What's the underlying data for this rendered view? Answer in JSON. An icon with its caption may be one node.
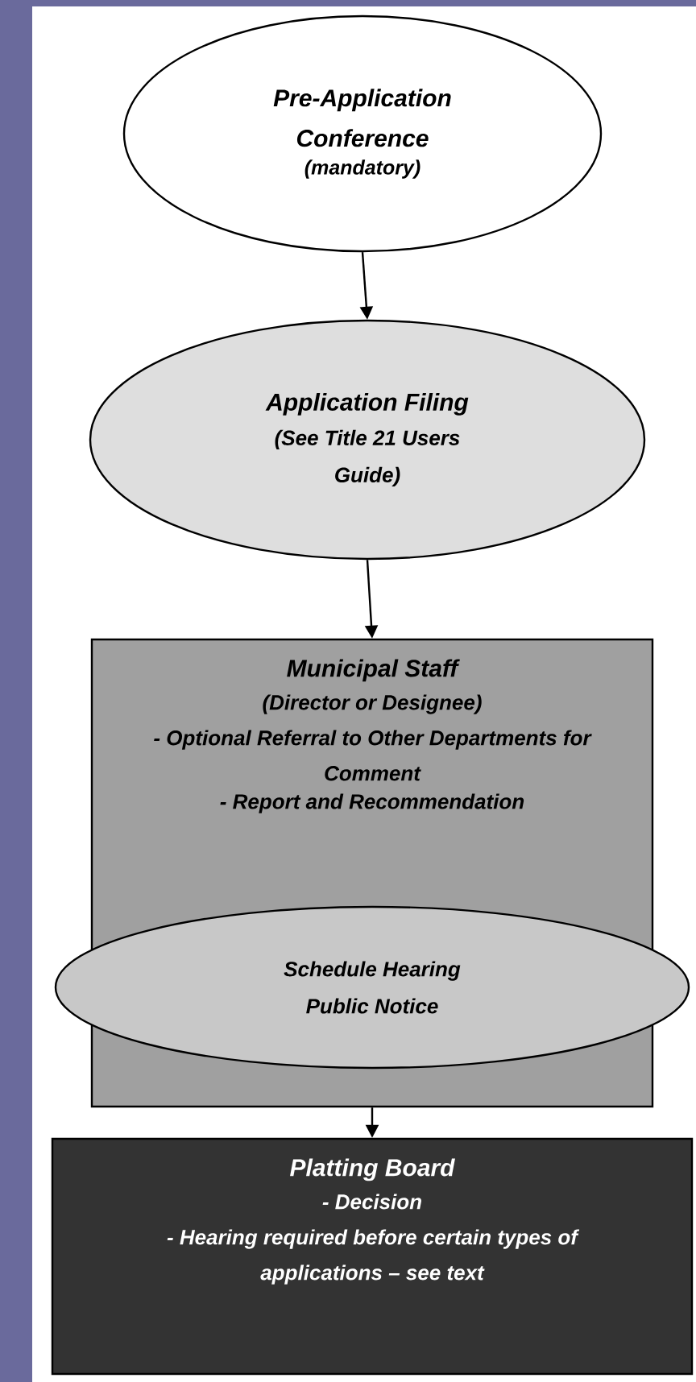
{
  "diagram": {
    "nodes": [
      {
        "text": [
          "Pre-Application Conference",
          "(mandatory)"
        ]
      },
      {
        "text": [
          "Application Filing",
          "(See Title 21 Users Guide)"
        ]
      },
      {
        "text": [
          "Municipal Staff",
          "(Director or Designee)",
          "- Optional Referral to Other Departments for Comment",
          "- Report and Recommendation"
        ]
      },
      {
        "text": [
          "Schedule Hearing Public Notice"
        ]
      },
      {
        "text": [
          "Platting Board",
          "- Decision",
          "- Hearing required before certain types of applications – see text"
        ]
      }
    ],
    "edges": [
      {
        "from": 0,
        "to": 1,
        "arrow": "to"
      },
      {
        "from": 1,
        "to": 2,
        "arrow": "to"
      },
      {
        "from": 2,
        "to": 4,
        "arrow": "to"
      }
    ]
  }
}
